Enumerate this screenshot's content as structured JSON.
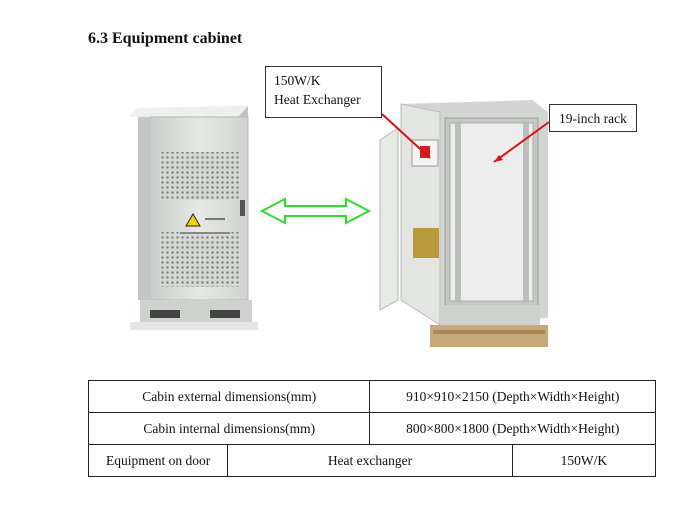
{
  "section": {
    "title": "6.3 Equipment cabinet"
  },
  "figure": {
    "callouts": {
      "heat_exchanger": {
        "line1": "150W/K",
        "line2": "Heat Exchanger"
      },
      "rack": {
        "text": "19-inch rack"
      }
    },
    "colors": {
      "arrow_green": "#2fdc2f",
      "pointer_red": "#e01010",
      "cabinet_gray": "#d9dcda"
    }
  },
  "table": {
    "rows": [
      {
        "label": "Cabin external dimensions(mm)",
        "value": "910×910×2150 (Depth×Width×Height)"
      },
      {
        "label": "Cabin internal dimensions(mm)",
        "value": "800×800×1800 (Depth×Width×Height)"
      },
      {
        "label": "Equipment on door",
        "item": "Heat exchanger",
        "value": "150W/K"
      }
    ]
  }
}
